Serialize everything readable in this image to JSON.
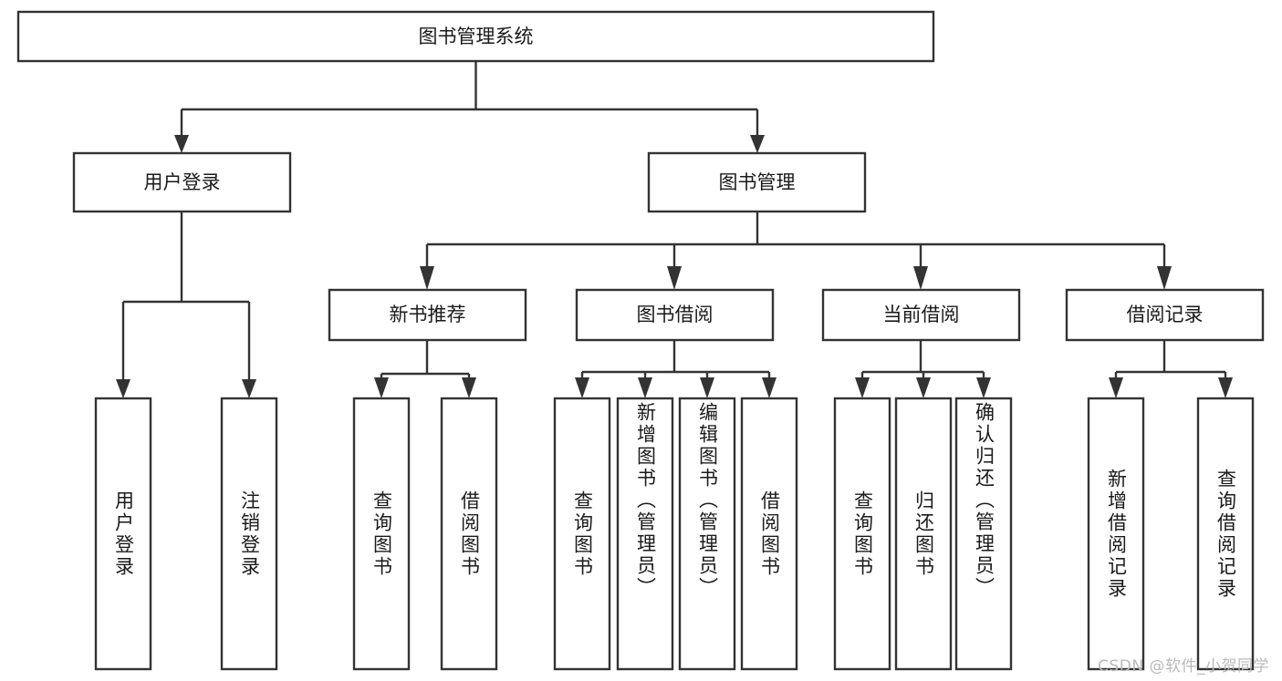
{
  "diagram": {
    "type": "hierarchy-tree",
    "title": "图书管理系统",
    "orientation": "top-down",
    "root": {
      "label": "图书管理系统",
      "level": 1
    },
    "level2": [
      {
        "label": "用户登录"
      },
      {
        "label": "图书管理"
      }
    ],
    "level3": [
      {
        "label": "新书推荐",
        "parent": "图书管理"
      },
      {
        "label": "图书借阅",
        "parent": "图书管理"
      },
      {
        "label": "当前借阅",
        "parent": "图书管理"
      },
      {
        "label": "借阅记录",
        "parent": "图书管理"
      }
    ],
    "leaves": [
      {
        "label": "用户登录",
        "parent": "用户登录"
      },
      {
        "label": "注销登录",
        "parent": "用户登录"
      },
      {
        "label": "查询图书",
        "parent": "新书推荐"
      },
      {
        "label": "借阅图书",
        "parent": "新书推荐"
      },
      {
        "label": "查询图书",
        "parent": "图书借阅"
      },
      {
        "label": "新增图书（管理员）",
        "parent": "图书借阅"
      },
      {
        "label": "编辑图书（管理员）",
        "parent": "图书借阅"
      },
      {
        "label": "借阅图书",
        "parent": "图书借阅"
      },
      {
        "label": "查询图书",
        "parent": "当前借阅"
      },
      {
        "label": "归还图书",
        "parent": "当前借阅"
      },
      {
        "label": "确认归还（管理员）",
        "parent": "当前借阅"
      },
      {
        "label": "新增借阅记录",
        "parent": "借阅记录"
      },
      {
        "label": "查询借阅记录",
        "parent": "借阅记录"
      }
    ],
    "watermark": "CSDN @软件_小贺同学",
    "colors": {
      "background": "#ffffff",
      "box_fill": "#ffffff",
      "box_stroke": "#333333",
      "text": "#1a1a1a",
      "watermark": "#b9b9b9"
    }
  }
}
